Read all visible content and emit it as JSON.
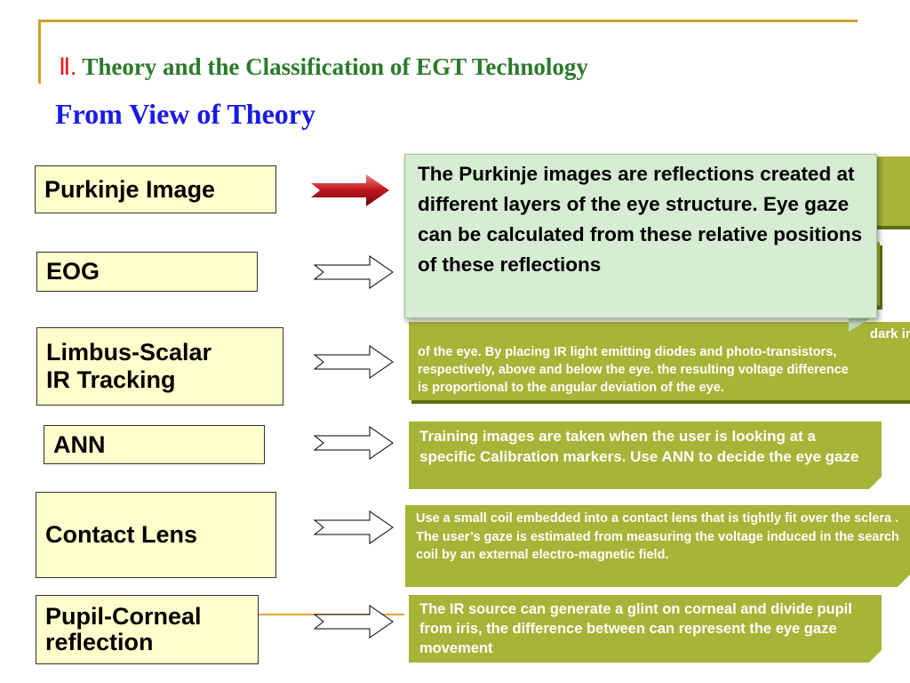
{
  "title": {
    "numeral": "Ⅱ.",
    "text": "Theory and the Classification of EGT Technology"
  },
  "subtitle": "From View of Theory",
  "left_boxes": [
    {
      "line1": "Purkinje Image",
      "line2": ""
    },
    {
      "line1": "EOG",
      "line2": ""
    },
    {
      "line1": "Limbus-Scalar",
      "line2": "IR Tracking"
    },
    {
      "line1": "ANN",
      "line2": ""
    },
    {
      "line1": "Contact Lens",
      "line2": ""
    },
    {
      "line1": "Pupil-Corneal",
      "line2": "reflection"
    }
  ],
  "popup": {
    "text": "The Purkinje images are reflections created at different layers of the eye structure. Eye gaze can be calculated from these relative positions of these reflections"
  },
  "descriptions": {
    "limbus_line1": "dark in",
    "limbus_line2": "of the eye. By placing IR light emitting diodes and photo-transistors,",
    "limbus_line3": "respectively, above and below the eye. the resulting voltage difference",
    "limbus_line4": "is proportional to the angular deviation of the eye.",
    "ann": "Training images are taken when the user is looking at a specific Calibration markers. Use ANN to decide the eye gaze",
    "contact_lens": "Use a small coil embedded into a contact lens that is tightly fit over the sclera . The user’s gaze is estimated from measuring the voltage induced in the search coil by an external electro-magnetic field.",
    "pupil": "The IR source can generate a glint on corneal and divide pupil from iris, the difference between can represent the eye gaze movement"
  },
  "colors": {
    "title_green": "#2b7a2b",
    "numeral_red": "#e81c1c",
    "subtitle_blue": "#1a1ae6",
    "box_yellow": "#ffffcc",
    "desc_olive": "#a6b437",
    "popup_green": "#d6ecd3",
    "active_arrow": "#c0141c"
  }
}
